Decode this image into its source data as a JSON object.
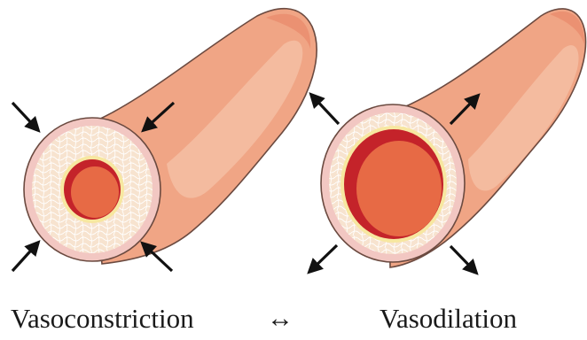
{
  "labels": {
    "left": "Vasoconstriction",
    "middle": "↔",
    "right": "Vasodilation"
  },
  "colors": {
    "vessel_outer": "#f0a585",
    "vessel_highlight": "#f6c3a8",
    "vessel_edge": "#6b4a40",
    "wall_ring": "#f2c7c2",
    "tissue": "#f7e3cf",
    "tissue_fiber": "#ffffff",
    "intima": "#f7e7a0",
    "lumen_dark": "#c4232a",
    "lumen_fill": "#e76a45",
    "arrow": "#111111"
  },
  "vessels": [
    {
      "name": "constricted",
      "lumen_scale": 0.34,
      "arrow_direction": "inward"
    },
    {
      "name": "dilated",
      "lumen_scale": 0.72,
      "arrow_direction": "outward"
    }
  ]
}
